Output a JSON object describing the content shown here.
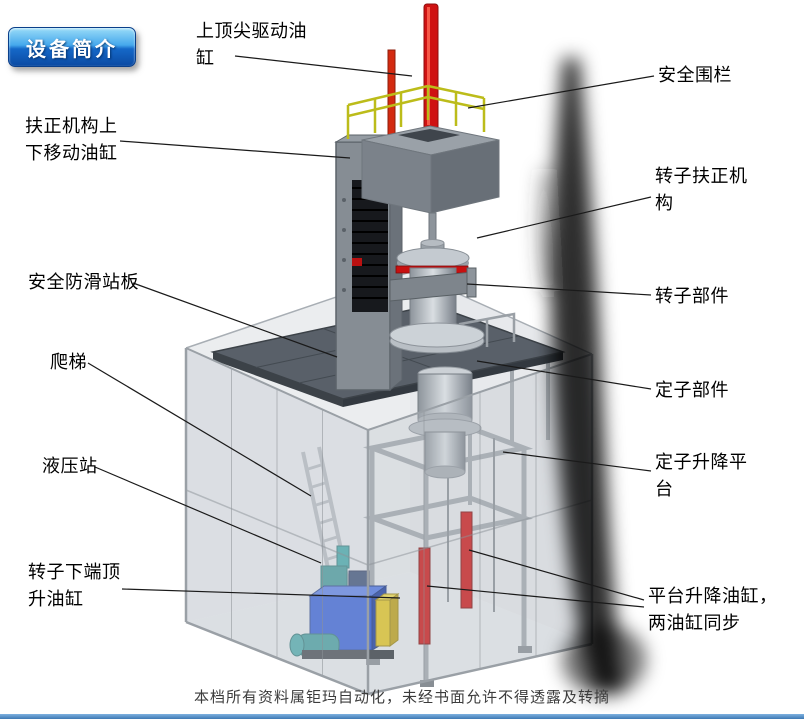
{
  "badge": {
    "label": "设备简介"
  },
  "labels": {
    "top_cylinder": "上顶尖驱动油缸",
    "safety_fence": "安全围栏",
    "righting_cylinder": "扶正机构上下移动油缸",
    "rotor_righting": "转子扶正机构",
    "antislip_plate": "安全防滑站板",
    "rotor_part": "转子部件",
    "ladder": "爬梯",
    "stator_part": "定子部件",
    "hydraulic_station": "液压站",
    "stator_platform": "定子升降平台",
    "rotor_jack_cylinder": "转子下端顶升油缸",
    "platform_cylinders": "平台升降油缸，两油缸同步"
  },
  "footer": {
    "watermark": "本档所有资料属钜玛自动化，未经书面允许不得透露及转摘"
  },
  "colors": {
    "badge_blue": "#1568c8",
    "cylinder_red": "#cf1212",
    "railing_yellow": "#bcbc1a",
    "hydraulic_blue": "#1e4fd8",
    "platform_gray": "#596069"
  }
}
